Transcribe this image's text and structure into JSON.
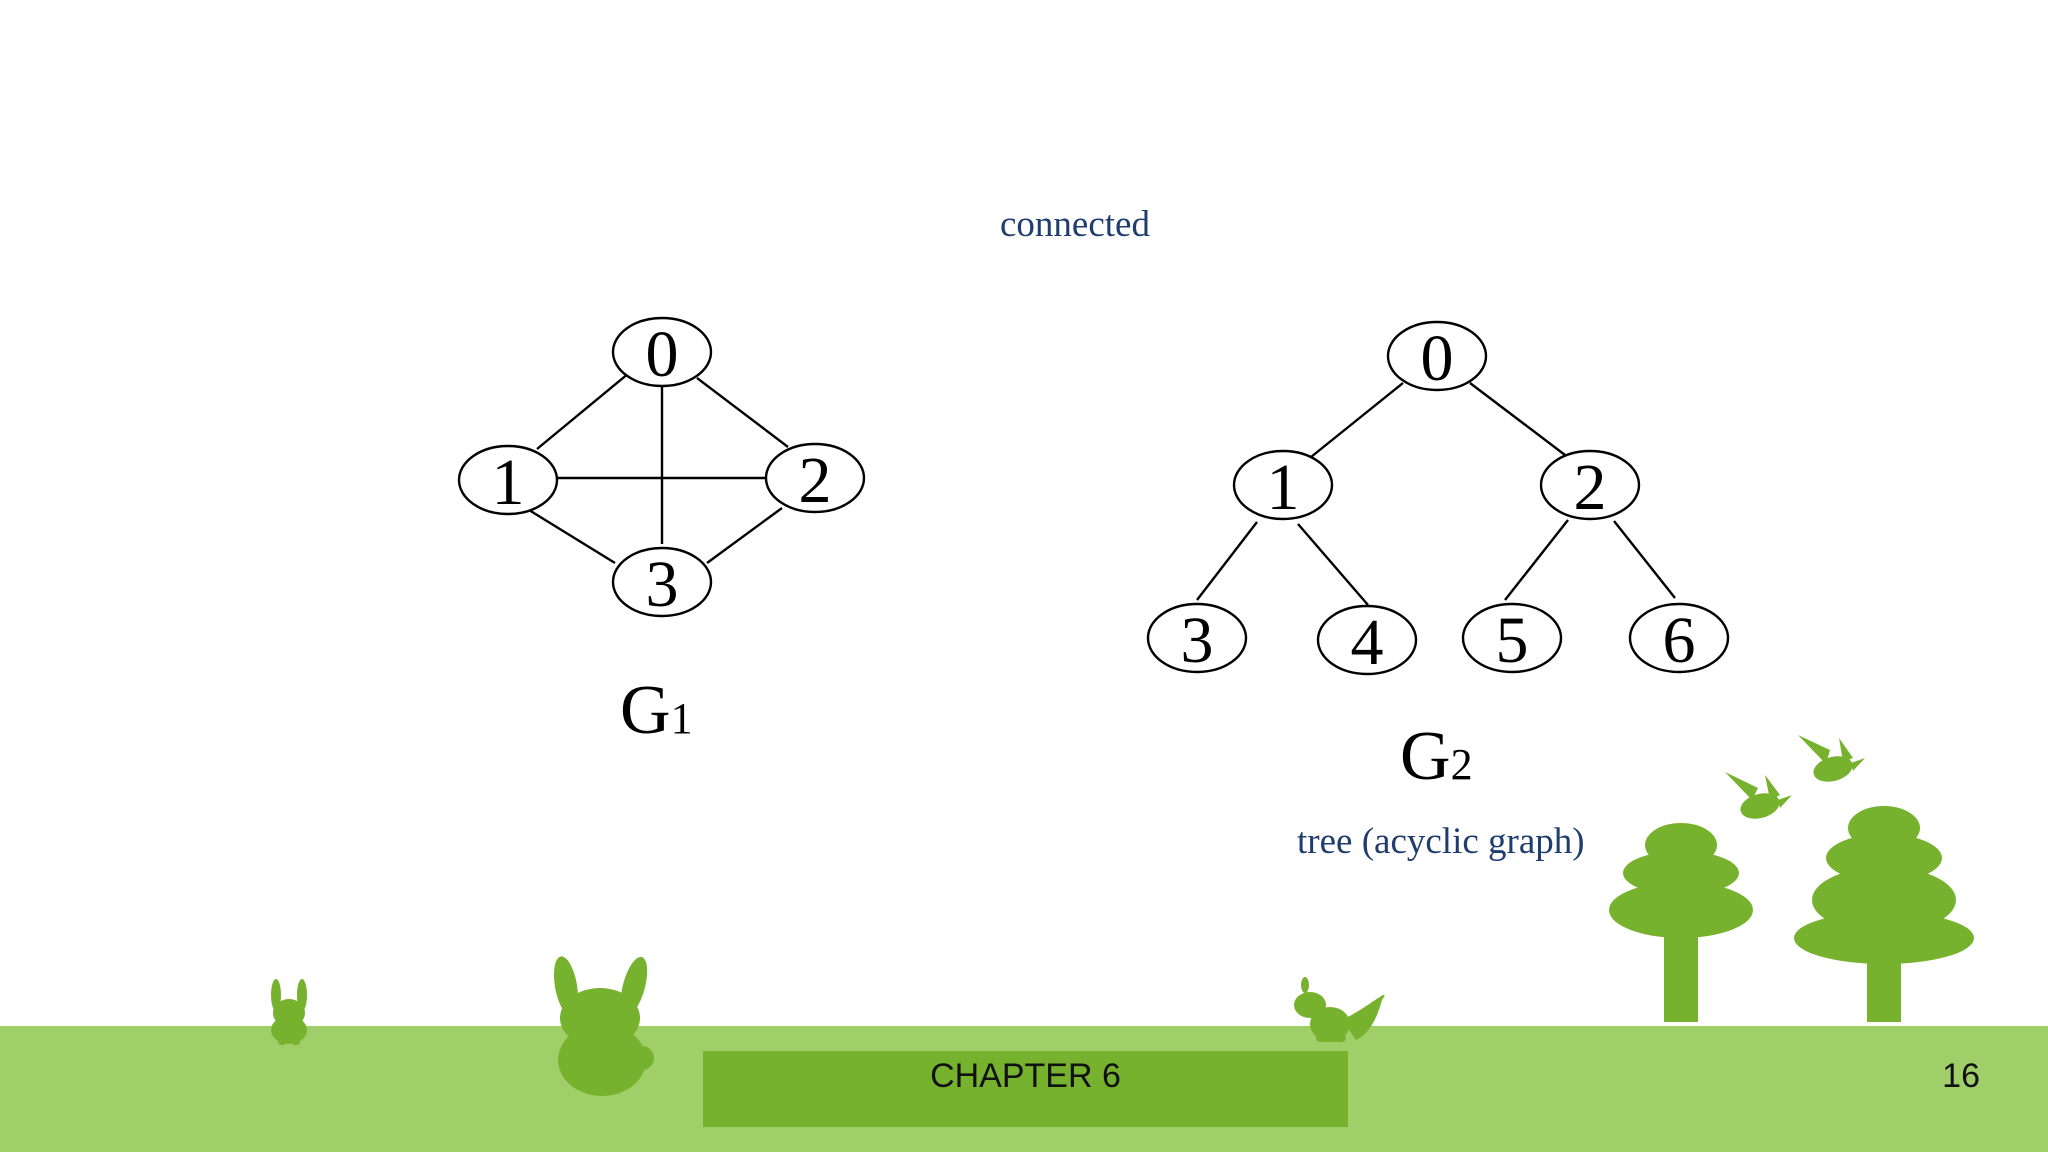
{
  "captions": {
    "top": "connected",
    "bottom": "tree (acyclic graph)"
  },
  "graphs": {
    "g1": {
      "label_main": "G",
      "label_sub": "1",
      "nodes": [
        "0",
        "1",
        "2",
        "3"
      ],
      "edges": [
        [
          "0",
          "1"
        ],
        [
          "0",
          "2"
        ],
        [
          "0",
          "3"
        ],
        [
          "1",
          "2"
        ],
        [
          "1",
          "3"
        ],
        [
          "2",
          "3"
        ]
      ]
    },
    "g2": {
      "label_main": "G",
      "label_sub": "2",
      "nodes": [
        "0",
        "1",
        "2",
        "3",
        "4",
        "5",
        "6"
      ],
      "edges": [
        [
          "0",
          "1"
        ],
        [
          "0",
          "2"
        ],
        [
          "1",
          "3"
        ],
        [
          "1",
          "4"
        ],
        [
          "2",
          "5"
        ],
        [
          "2",
          "6"
        ]
      ]
    }
  },
  "footer": {
    "chapter": "CHAPTER 6",
    "page": "16"
  },
  "decorations": [
    "rabbit-small-icon",
    "rabbit-large-icon",
    "squirrel-icon",
    "tree-icon",
    "bird-icon"
  ],
  "colors": {
    "caption": "#1f3d6e",
    "ground": "#a0cf6a",
    "silhouette": "#77b22f"
  }
}
